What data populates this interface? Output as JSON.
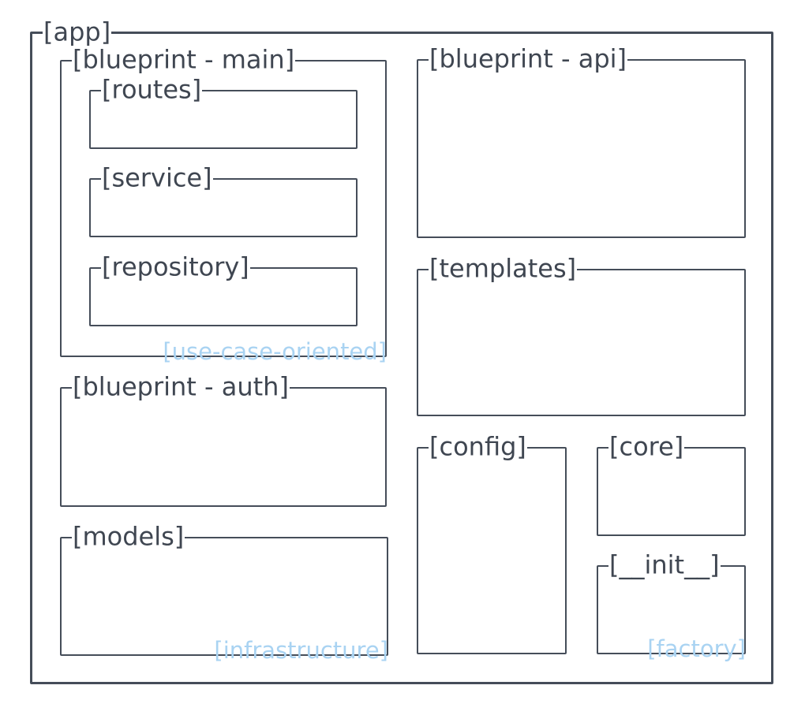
{
  "diagram": {
    "colors": {
      "line": "#454d59",
      "label": "#3f4651",
      "annotation": "#a9d3f2",
      "bg": "#ffffff"
    },
    "boxes": {
      "app": {
        "label": "[app]"
      },
      "blueprint_main": {
        "label": "[blueprint - main]",
        "annotation": "[use-case-oriented]"
      },
      "routes": {
        "label": "[routes]"
      },
      "service": {
        "label": "[service]"
      },
      "repository": {
        "label": "[repository]"
      },
      "blueprint_auth": {
        "label": "[blueprint - auth]"
      },
      "models": {
        "label": "[models]",
        "annotation": "[infrastructure]"
      },
      "blueprint_api": {
        "label": "[blueprint - api]"
      },
      "templates": {
        "label": "[templates]"
      },
      "config": {
        "label": "[config]"
      },
      "core": {
        "label": "[core]"
      },
      "init": {
        "label": "[__init__]",
        "annotation": "[factory]"
      }
    }
  }
}
